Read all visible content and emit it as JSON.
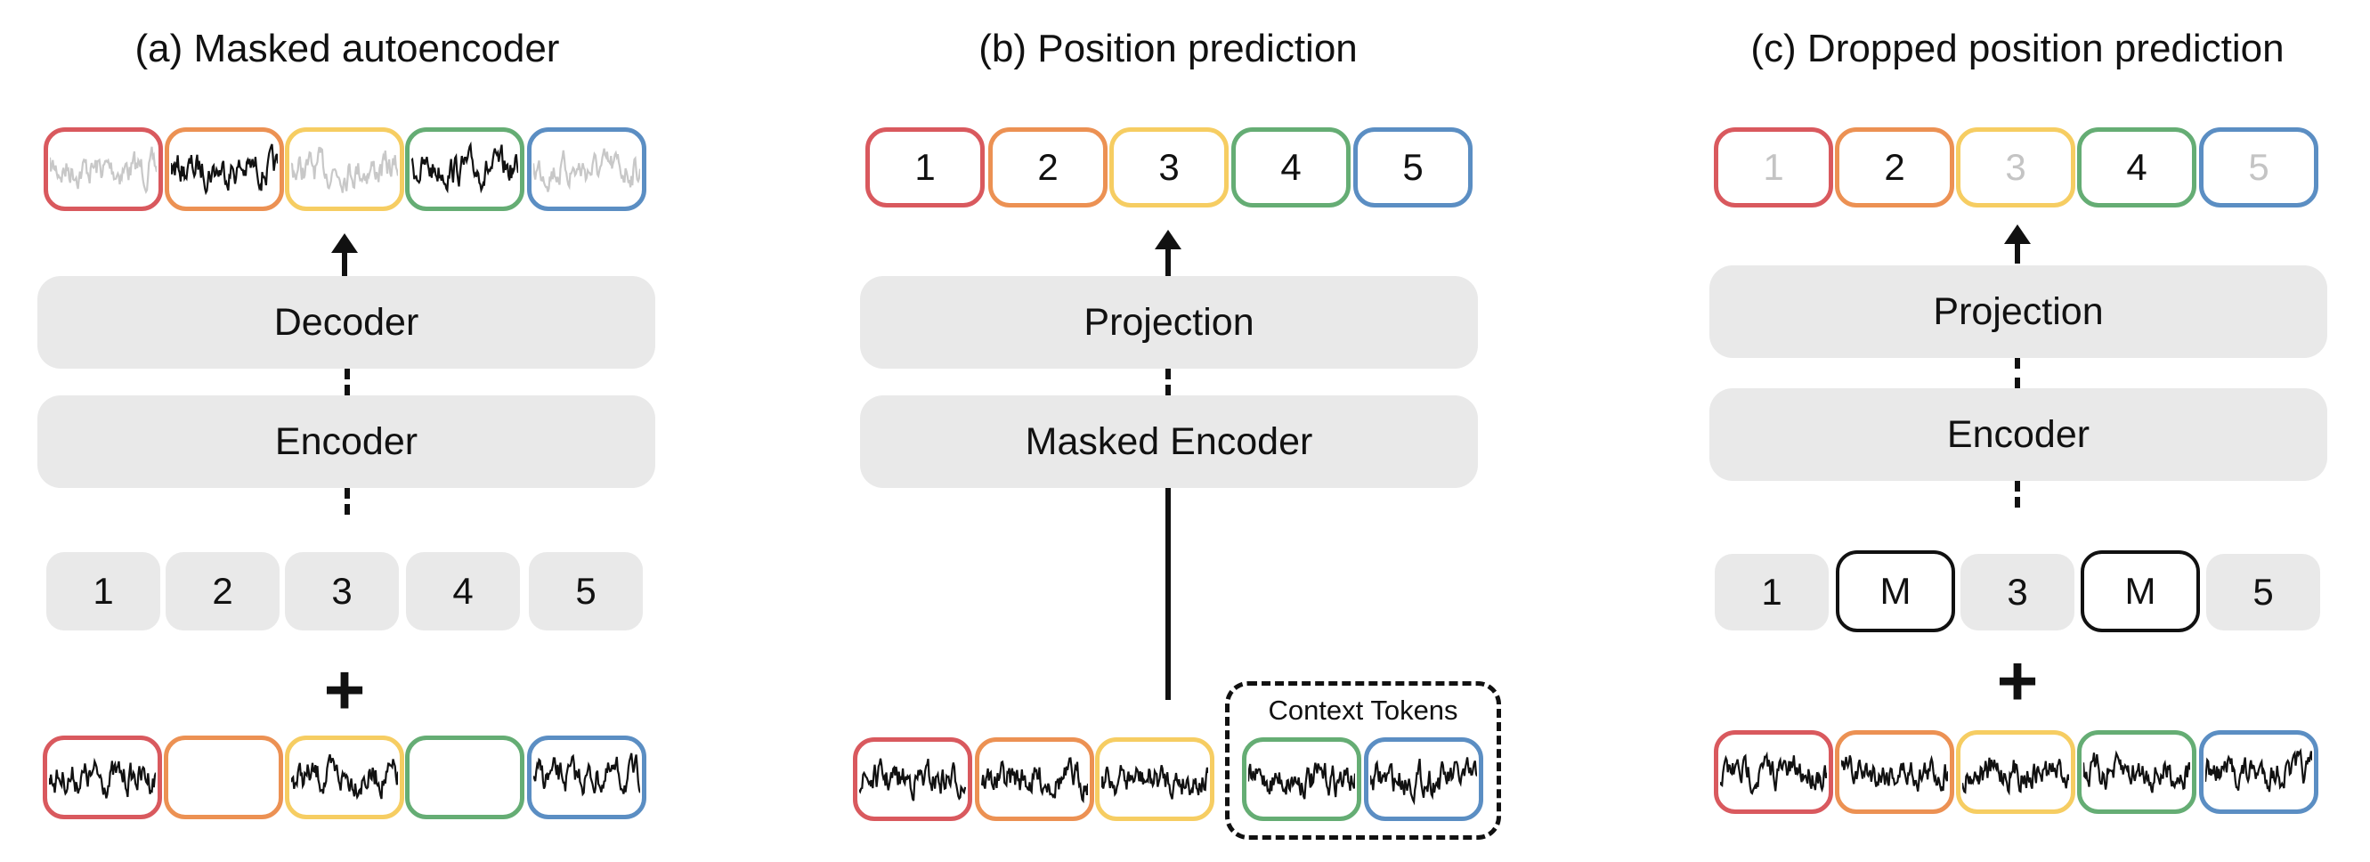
{
  "panels": {
    "a": {
      "title": "(a) Masked autoencoder",
      "top_modules": [
        "Decoder",
        "Encoder"
      ],
      "position_tokens": [
        "1",
        "2",
        "3",
        "4",
        "5"
      ]
    },
    "b": {
      "title": "(b) Position prediction",
      "outputs": [
        "1",
        "2",
        "3",
        "4",
        "5"
      ],
      "top_modules": [
        "Projection",
        "Masked Encoder"
      ],
      "context_label": "Context Tokens"
    },
    "c": {
      "title": "(c) Dropped position prediction",
      "outputs": [
        "1",
        "2",
        "3",
        "4",
        "5"
      ],
      "top_modules": [
        "Projection",
        "Encoder"
      ],
      "position_tokens": [
        "1",
        "M",
        "3",
        "M",
        "5"
      ]
    }
  },
  "plus_symbol": "+",
  "colors": {
    "red": "#d9595e",
    "orange": "#ec9153",
    "yellow": "#f6cd62",
    "green": "#65ad74",
    "blue": "#5b8ec3",
    "module_fill": "#e9e9e9",
    "masked_signal": "#c8c8c8"
  }
}
